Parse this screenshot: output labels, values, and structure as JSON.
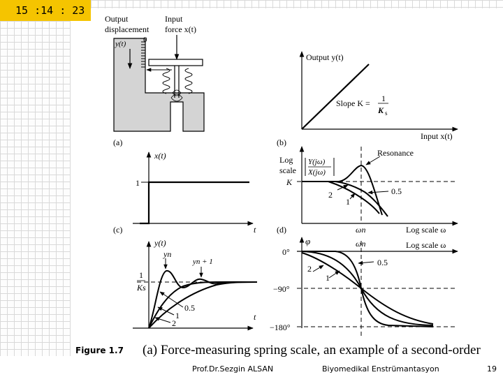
{
  "clock": {
    "time": "15 :14 : 23"
  },
  "figure": {
    "panel_a": {
      "tag": "(a)",
      "output_label_1": "Output",
      "output_label_2": "displacement",
      "input_label_1": "Input",
      "input_label_2": "force x(t)",
      "y_label": "y(t)",
      "zero": "0"
    },
    "panel_b": {
      "tag": "(b)",
      "y_axis": "Output y(t)",
      "x_axis": "Input x(t)",
      "slope_text": "Slope K =",
      "slope_num": "1",
      "slope_den": "K",
      "slope_den_sub": "s"
    },
    "panel_c": {
      "tag": "(c)",
      "y_axis": "x(t)",
      "x_axis": "t",
      "level": "1"
    },
    "panel_d": {
      "tag": "(d)",
      "y_axis_1": "Log",
      "y_axis_2": "scale",
      "ratio_num": "Y(jω)",
      "ratio_den": "X(jω)",
      "k_label": "K",
      "resonance": "Resonance",
      "curve_05": "0.5",
      "curve_1": "1",
      "curve_2": "2",
      "omega_n": "ωn",
      "x_axis": "Log scale ω"
    },
    "panel_e": {
      "y_axis": "y(t)",
      "yn": "yn",
      "yn1": "yn + 1",
      "level_num": "1",
      "level_den": "Ks",
      "curve_05": "0.5",
      "curve_1": "1",
      "curve_2": "2",
      "x_axis": "t"
    },
    "panel_f": {
      "phi": "φ",
      "omega_n": "ωn",
      "x_axis": "Log scale ω",
      "deg0": "0°",
      "deg90": "−90°",
      "deg180": "−180°",
      "curve_05": "0.5",
      "curve_1": "1",
      "curve_2": "2"
    }
  },
  "caption": {
    "label": "Figure 1.7",
    "text": "(a) Force-measuring spring scale, an example of a second-order"
  },
  "footer": {
    "author": "Prof.Dr.Sezgin ALSAN",
    "course": "Biyomedikal Enstrümantasyon",
    "page": "19"
  }
}
